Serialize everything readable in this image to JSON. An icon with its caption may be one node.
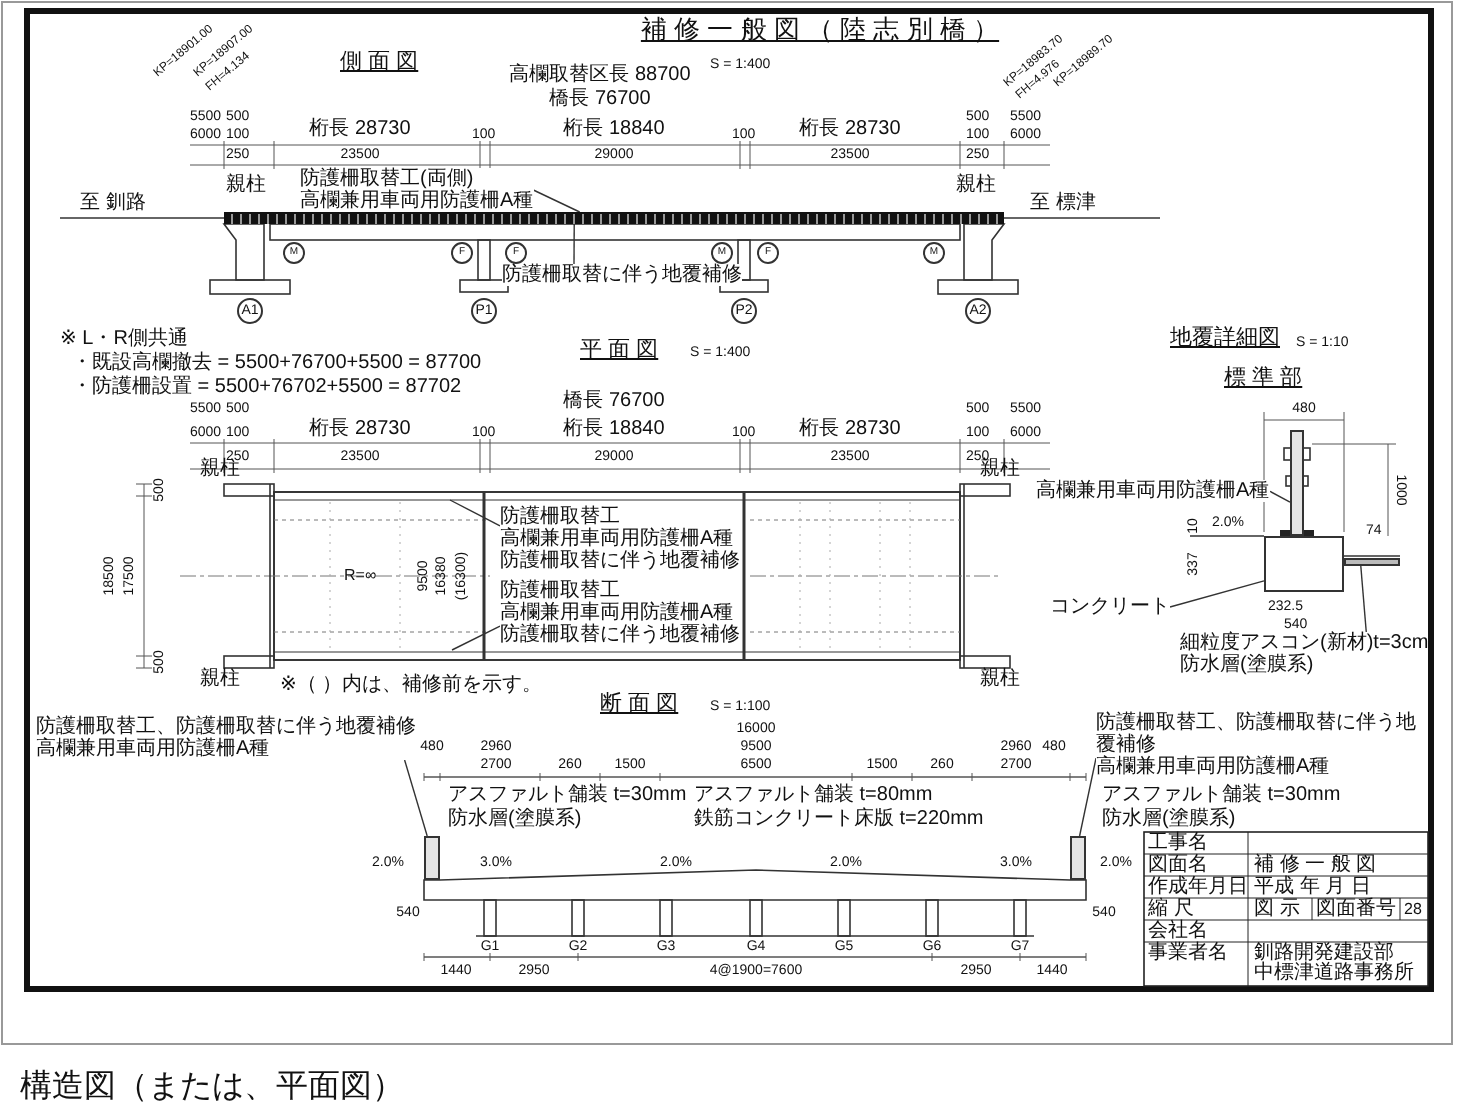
{
  "diagram": {
    "title": "補 修 一 般 図 （ 陸 志 別 橋 ）",
    "caption": "構造図（または、平面図）",
    "nodes": [
      {
        "text": [
          "防護柵取替工(両側)",
          "高欄兼用車両用防護柵A種"
        ]
      },
      {
        "text": [
          "防護柵取替に伴う地覆補修"
        ]
      },
      {
        "text": [
          "防護柵取替工",
          "高欄兼用車両用防護柵A種",
          "防護柵取替に伴う地覆補修"
        ]
      },
      {
        "text": [
          "防護柵取替工",
          "高欄兼用車両用防護柵A種",
          "防護柵取替に伴う地覆補修"
        ]
      },
      {
        "text": [
          "高欄兼用車両用防護柵A種"
        ]
      },
      {
        "text": [
          "コンクリート"
        ]
      },
      {
        "text": [
          "細粒度アスコン(新材)t=3cm",
          "防水層(塗膜系)"
        ]
      },
      {
        "text": [
          "防護柵取替工、防護柵取替に伴う地覆補修",
          "高欄兼用車両用防護柵A種"
        ]
      },
      {
        "text": [
          "防護柵取替工、防護柵取替に伴う地覆補修",
          "高欄兼用車両用防護柵A種"
        ]
      },
      {
        "text": [],
        "shape": "bar"
      },
      {
        "text": [],
        "shape": "bar"
      },
      {
        "text": [],
        "shape": "box"
      },
      {
        "text": [],
        "shape": "bar"
      },
      {
        "text": [],
        "shape": "bar"
      },
      {
        "text": [],
        "shape": "bar"
      }
    ],
    "edges": [
      {
        "from": 0,
        "to": 9,
        "arrow": "none"
      },
      {
        "from": 1,
        "to": 9,
        "arrow": "none"
      },
      {
        "from": 2,
        "to": null,
        "arrow": "none"
      },
      {
        "from": 3,
        "to": null,
        "arrow": "none"
      },
      {
        "from": 4,
        "to": 10,
        "arrow": "none"
      },
      {
        "from": 5,
        "to": 11,
        "arrow": "none"
      },
      {
        "from": 6,
        "to": 12,
        "arrow": "none"
      },
      {
        "from": 7,
        "to": 13,
        "arrow": "none"
      },
      {
        "from": 8,
        "to": 14,
        "arrow": "none"
      }
    ],
    "labels": [
      "KP=18901.00",
      "KP=18907.00",
      "FH=4.134",
      "側 面 図",
      "S = 1:400",
      "KP=18983.70",
      "FH=4.976",
      "KP=18989.70",
      "高欄取替区長 88700",
      "橋長 76700",
      "5500",
      "500",
      "500",
      "5500",
      "6000",
      "100",
      "桁長 28730",
      "100",
      "桁長 18840",
      "100",
      "桁長 28730",
      "100",
      "6000",
      "250",
      "23500",
      "29000",
      "23500",
      "250",
      "親柱",
      "親柱",
      "至 釧路",
      "至 標津",
      "M",
      "F",
      "F",
      "M",
      "F",
      "M",
      "A1",
      "P1",
      "P2",
      "A2",
      "※ L・R側共通",
      "・既設高欄撤去 = 5500+76700+5500 = 87700",
      "・防護柵設置 = 5500+76702+5500 = 87702",
      "平 面 図",
      "S = 1:400",
      "橋長 76700",
      "5500",
      "500",
      "500",
      "5500",
      "6000",
      "100",
      "桁長 28730",
      "100",
      "桁長 18840",
      "100",
      "桁長 28730",
      "100",
      "6000",
      "250",
      "23500",
      "29000",
      "23500",
      "250",
      "親柱",
      "親柱",
      "親柱",
      "親柱",
      "18500",
      "17500",
      "500",
      "500",
      "R=∞",
      "9500",
      "16380",
      "(16300)",
      "※（ ）内は、補修前を示す。",
      "地覆詳細図",
      "S = 1:10",
      "標 準 部",
      "480",
      "1000",
      "2.0%",
      "337",
      "10",
      "74",
      "232.5",
      "540",
      "断 面 図",
      "S = 1:100",
      "16000",
      "9500",
      "6500",
      "480",
      "2960",
      "2700",
      "260",
      "1500",
      "1500",
      "260",
      "2960",
      "2700",
      "480",
      "アスファルト舗装 t=30mm",
      "防水層(塗膜系)",
      "アスファルト舗装 t=80mm",
      "鉄筋コンクリート床版 t=220mm",
      "アスファルト舗装 t=30mm",
      "防水層(塗膜系)",
      "2.0%",
      "3.0%",
      "2.0%",
      "2.0%",
      "3.0%",
      "2.0%",
      "540",
      "540",
      "G1",
      "G2",
      "G3",
      "G4",
      "G5",
      "G6",
      "G7",
      "1440",
      "2950",
      "4@1900=7600",
      "2950",
      "1440",
      "工事名",
      "図面名",
      "補 修 一 般 図",
      "作成年月日",
      "平成 年 月 日",
      "縮 尺",
      "図 示",
      "図面番号",
      "28",
      "会社名",
      "事業者名",
      "釧路開発建設部",
      "中標津道路事務所"
    ]
  }
}
